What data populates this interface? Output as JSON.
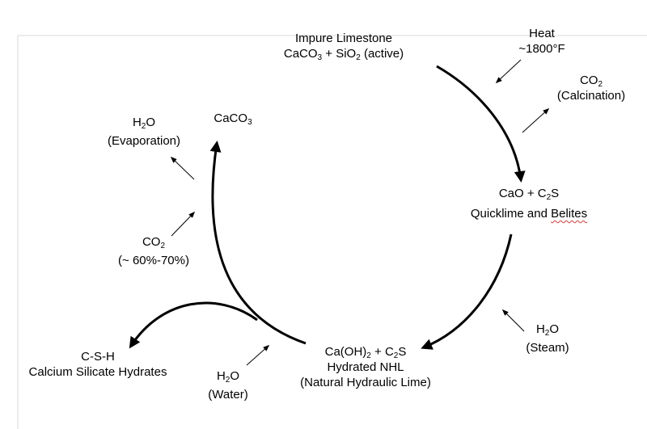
{
  "colors": {
    "ink": "#000000",
    "spellcheck": "#d23c3c",
    "frame": "#d8d8d8"
  },
  "nodes": {
    "limestone": {
      "line1": "Impure Limestone",
      "line2": [
        "CaCO",
        "3",
        " + SiO",
        "2",
        " (active)"
      ]
    },
    "quicklime": {
      "line1": [
        "CaO + C",
        "2",
        "S"
      ],
      "line2_a": "Quicklime and ",
      "line2_b": "Belites"
    },
    "hydrated": {
      "line1": [
        "Ca(OH)",
        "2",
        " + C",
        "2",
        "S"
      ],
      "line2": "Hydrated NHL",
      "line3": "(Natural Hydraulic Lime)"
    },
    "carbonate": {
      "line1": [
        "CaCO",
        "3"
      ]
    },
    "csh": {
      "line1": "C-S-H",
      "line2": "Calcium Silicate Hydrates"
    }
  },
  "inputs": {
    "heat": {
      "line1": "Heat",
      "line2": "~1800°F"
    },
    "co2_calcination": {
      "line1": [
        "CO",
        "2"
      ],
      "line2": "(Calcination)"
    },
    "steam": {
      "line1": [
        "H",
        "2",
        "O"
      ],
      "line2": "(Steam)"
    },
    "water": {
      "line1": [
        "H",
        "2",
        "O"
      ],
      "line2": "(Water)"
    },
    "co2_absorb": {
      "line1": [
        "CO",
        "2"
      ],
      "line2": "(~ 60%-70%)"
    },
    "evaporation": {
      "line1": [
        "H",
        "2",
        "O"
      ],
      "line2": "(Evaporation)"
    }
  }
}
